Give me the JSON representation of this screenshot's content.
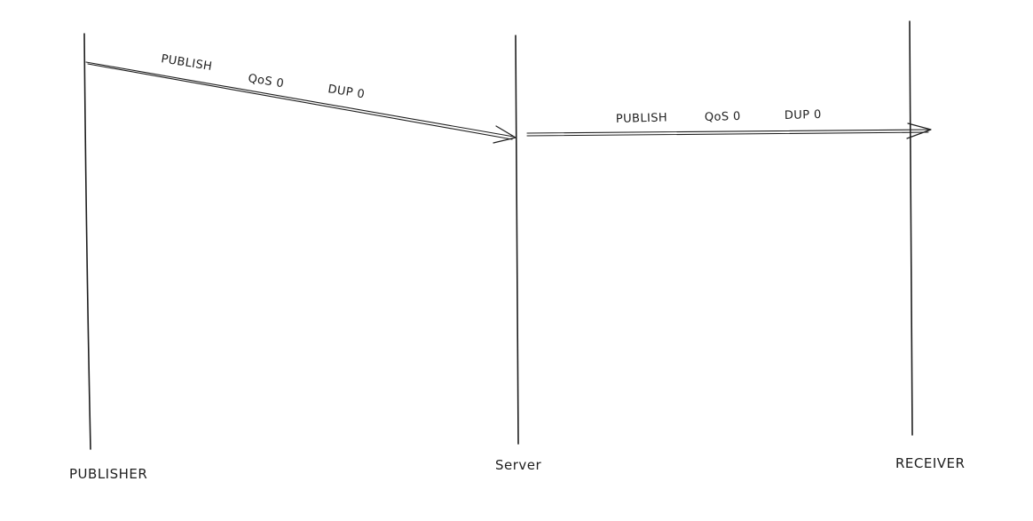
{
  "participants": {
    "publisher": "PUBLISHER",
    "server": "Server",
    "receiver": "RECEIVER"
  },
  "messages": [
    {
      "from": "PUBLISHER",
      "to": "Server",
      "type": "PUBLISH",
      "qos": "QoS 0",
      "dup": "DUP 0"
    },
    {
      "from": "Server",
      "to": "RECEIVER",
      "type": "PUBLISH",
      "qos": "QoS 0",
      "dup": "DUP 0"
    }
  ]
}
